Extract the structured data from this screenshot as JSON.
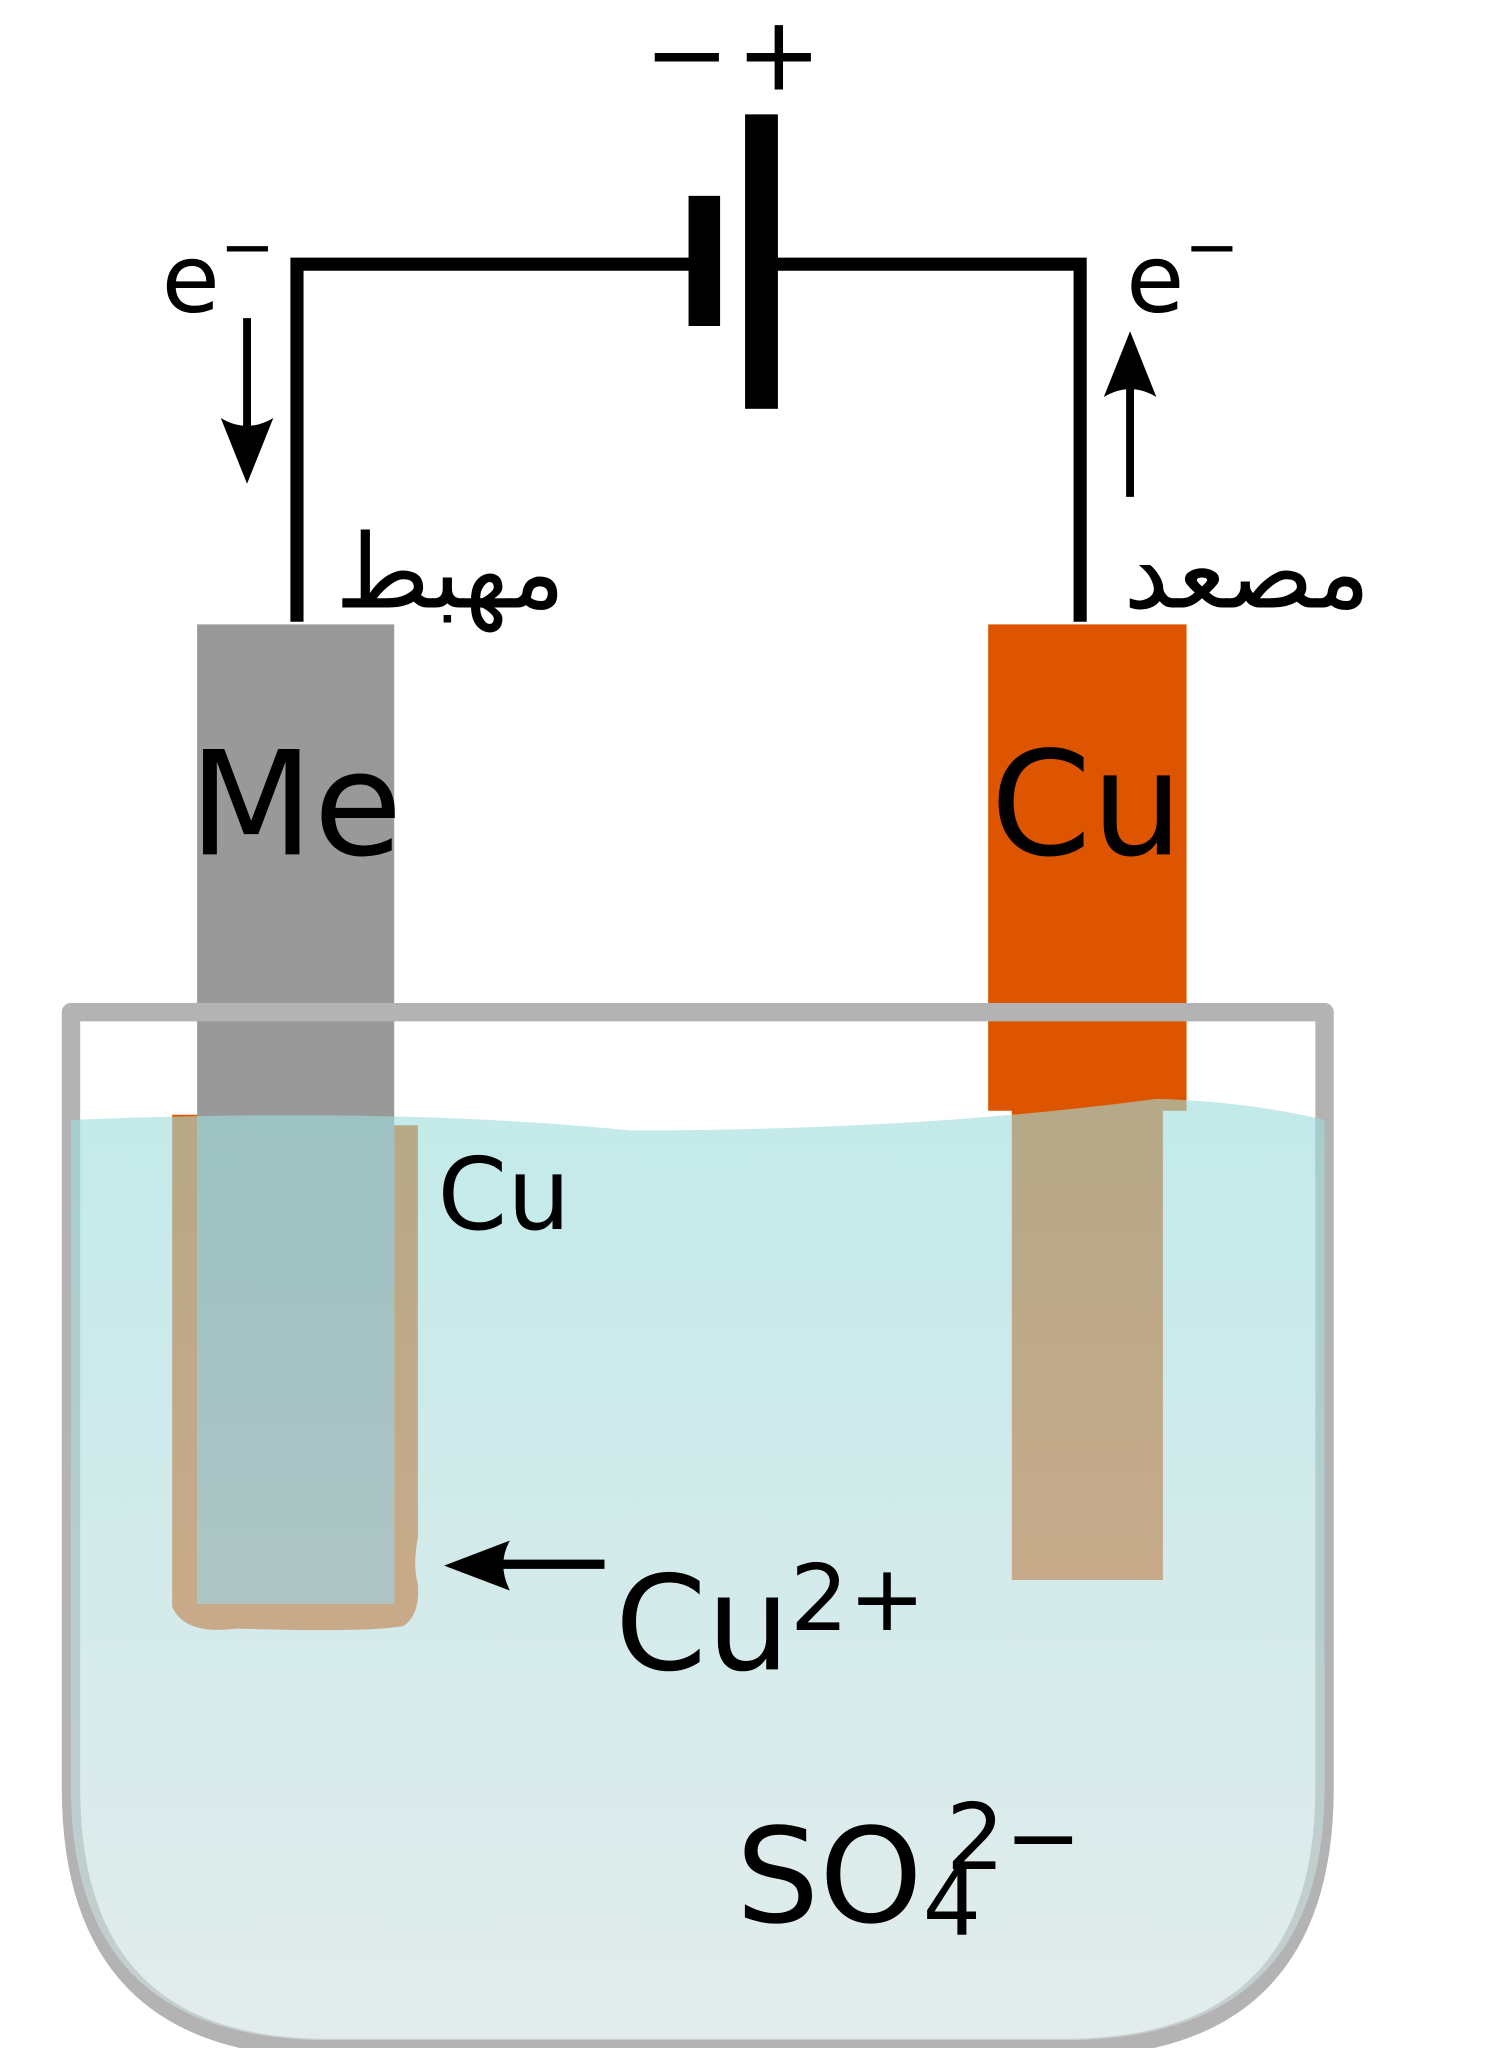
{
  "battery": {
    "minus_label": "−",
    "plus_label": "+"
  },
  "left": {
    "electron_label": "e",
    "electron_sup": "−",
    "role_label": "مهبط",
    "electrode_label": "Me",
    "coating_label": "Cu"
  },
  "right": {
    "electron_label": "e",
    "electron_sup": "−",
    "role_label": "مصعد",
    "electrode_label": "Cu"
  },
  "ions": {
    "cation": "Cu",
    "cation_charge": "2+",
    "anion": "SO",
    "anion_sub": "4",
    "anion_charge": "2−"
  },
  "colors": {
    "metal": "#999999",
    "copper": "#dd5500",
    "solution_top": "#9edcdc",
    "solution_bottom": "#d2e0e0",
    "beaker": "#b3b3b3"
  }
}
